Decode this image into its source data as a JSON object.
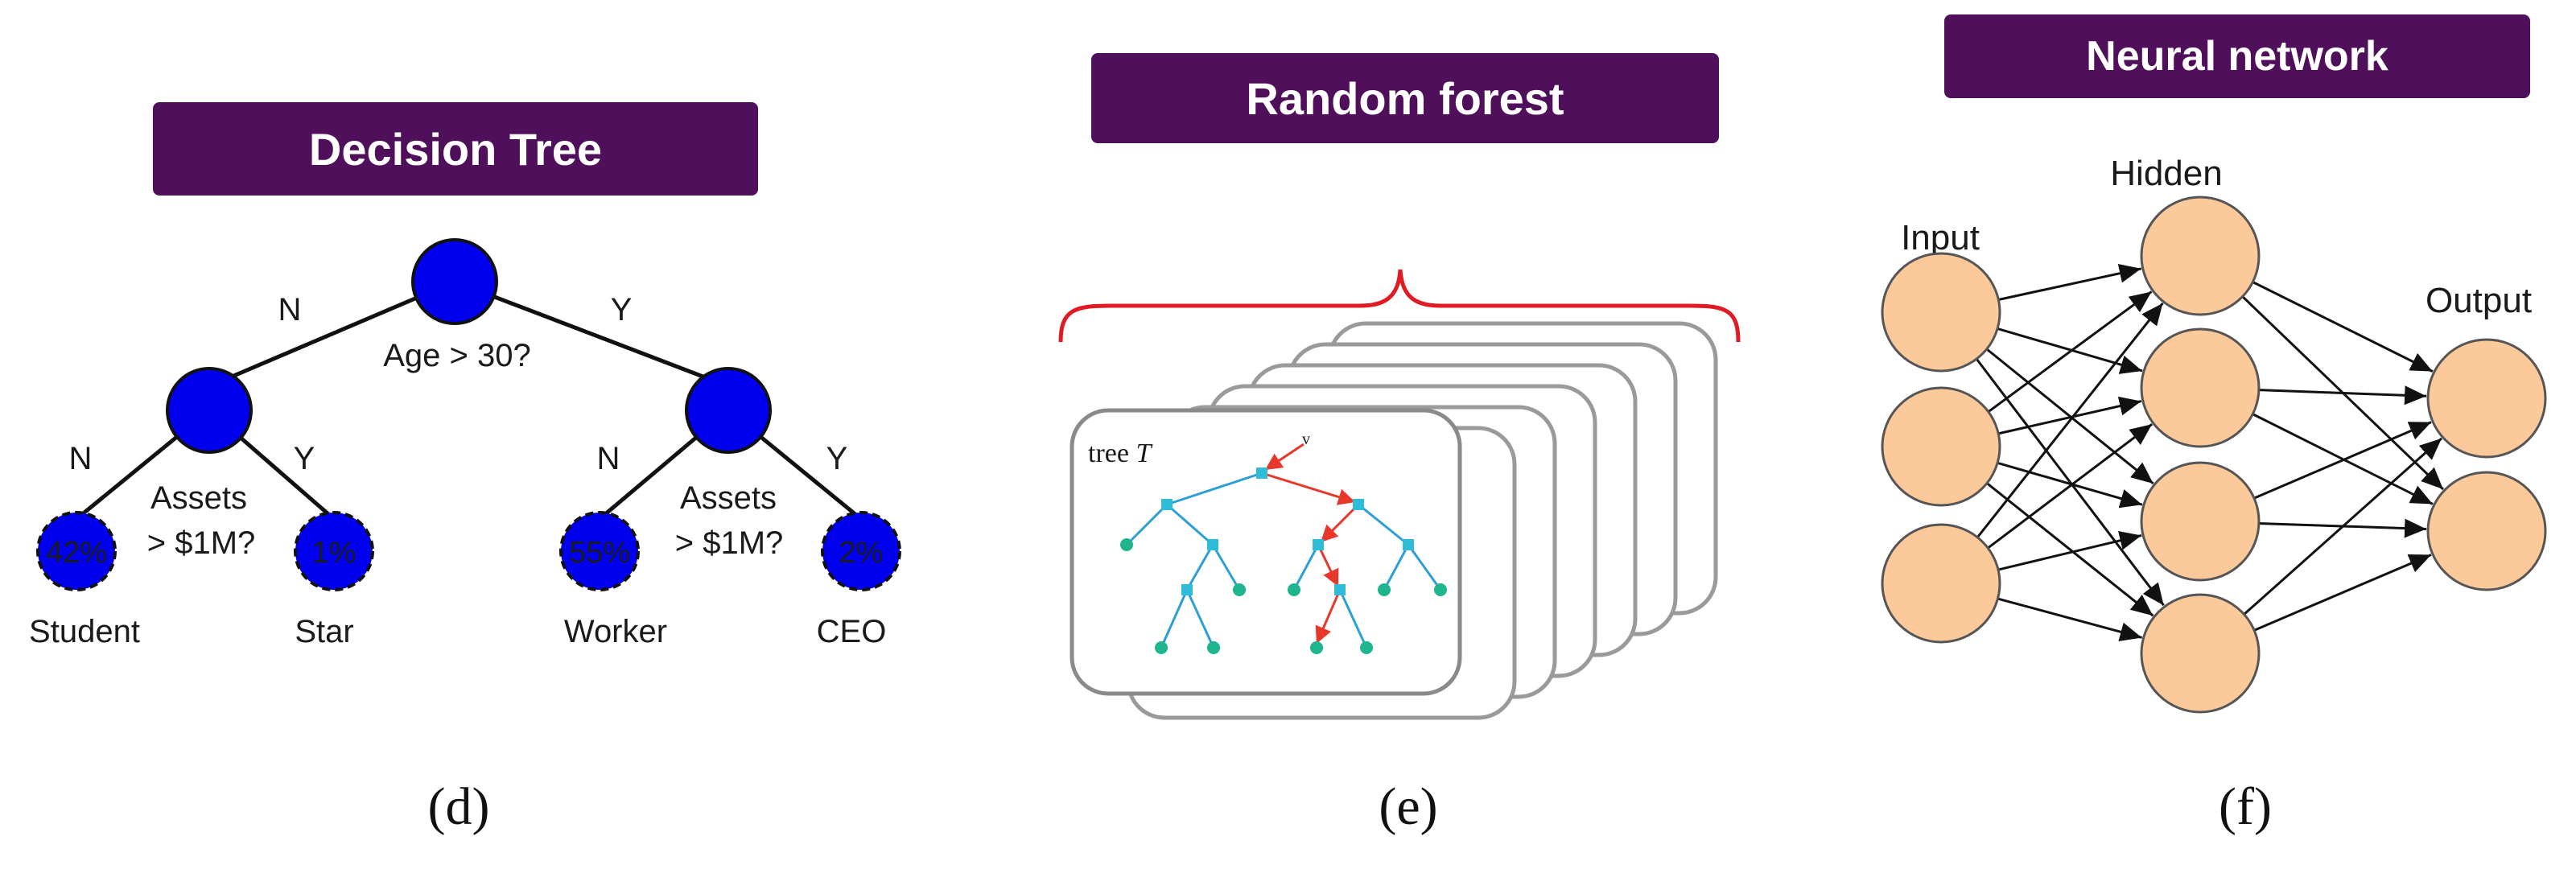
{
  "panel_d": {
    "title": "Decision Tree",
    "label": "(d)",
    "root_question": "Age > 30?",
    "root_left_edge": "N",
    "root_right_edge": "Y",
    "left_question_line1": "Assets",
    "left_question_line2": "> $1M?",
    "left_left_edge": "N",
    "left_right_edge": "Y",
    "right_question_line1": "Assets",
    "right_question_line2": "> $1M?",
    "right_left_edge": "N",
    "right_right_edge": "Y",
    "leaves": [
      {
        "value": "42%",
        "name": "Student"
      },
      {
        "value": "1%",
        "name": "Star"
      },
      {
        "value": "55%",
        "name": "Worker"
      },
      {
        "value": "2%",
        "name": "CEO"
      }
    ],
    "colors": {
      "node": "#0000ee",
      "title_bg": "#4f0f5a"
    }
  },
  "panel_e": {
    "title": "Random forest",
    "label": "(e)",
    "tree_caption_prefix": "tree",
    "tree_caption_var": "T",
    "tree_caption_superscript": "v",
    "colors": {
      "brace": "#e01b24",
      "branch": "#2e9fd6",
      "path": "#e8382c",
      "leaf": "#1fb58f"
    }
  },
  "panel_f": {
    "title": "Neural network",
    "label": "(f)",
    "layers": [
      {
        "name": "Input",
        "nodes": 3
      },
      {
        "name": "Hidden",
        "nodes": 4
      },
      {
        "name": "Output",
        "nodes": 2
      }
    ],
    "colors": {
      "node_fill": "#fcc99a"
    }
  }
}
